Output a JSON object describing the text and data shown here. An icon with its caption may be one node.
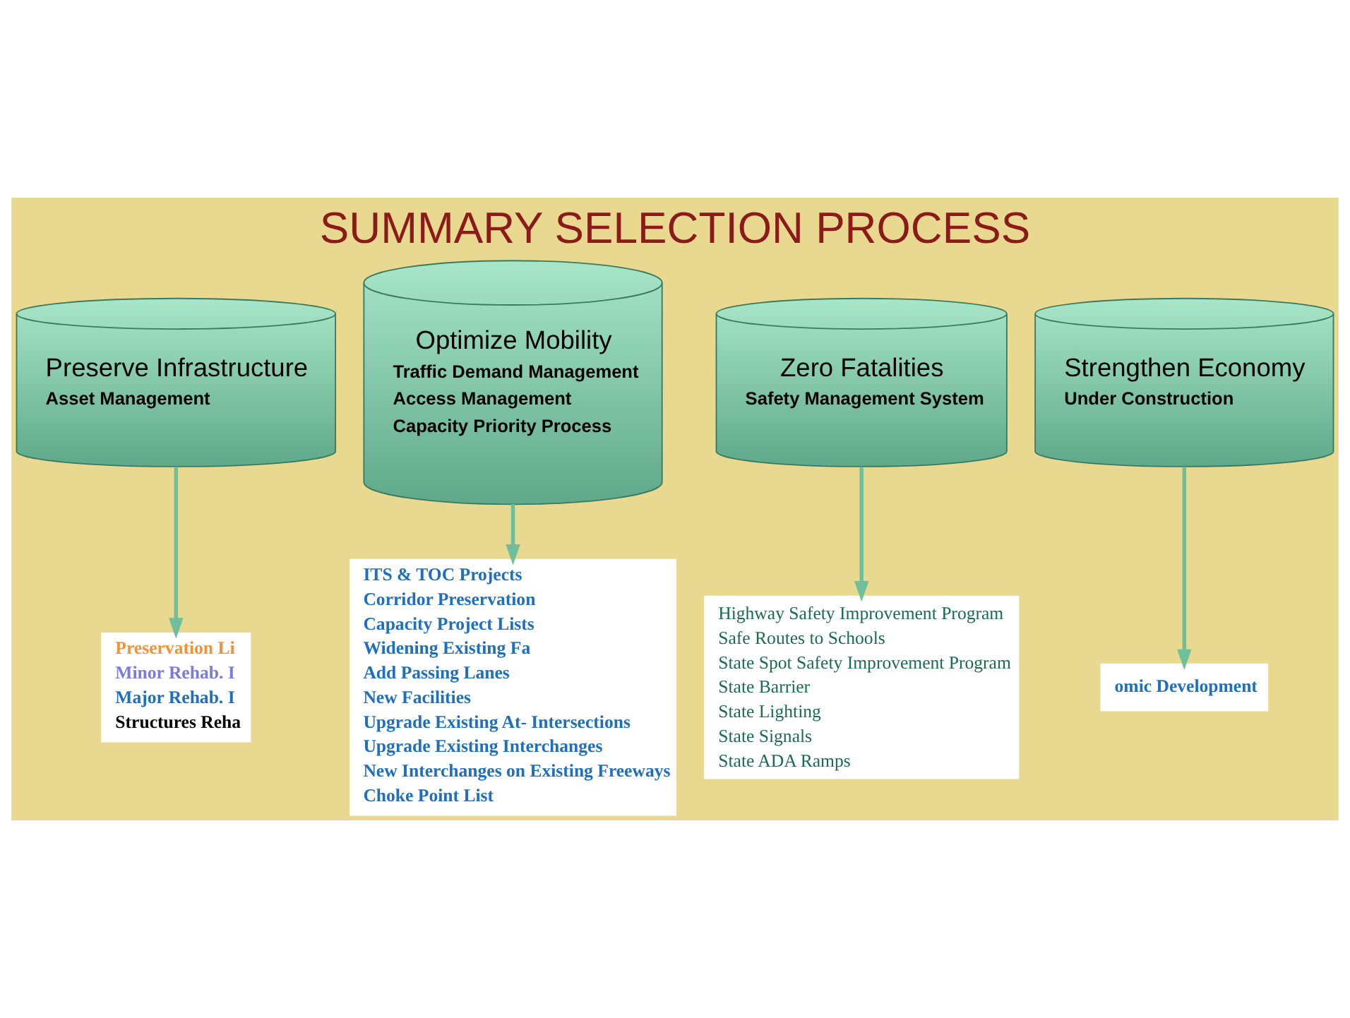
{
  "diagram": {
    "title": "SUMMARY SELECTION PROCESS",
    "nodes": [
      {
        "text": [
          "Preserve Infrastructure",
          "Asset Management"
        ]
      },
      {
        "text": [
          "Optimize Mobility",
          "Traffic Demand Management",
          "Access Management",
          "Capacity Priority Process"
        ]
      },
      {
        "text": [
          "Zero Fatalities",
          "Safety Management System"
        ]
      },
      {
        "text": [
          "Strengthen Economy",
          "Under Construction"
        ]
      },
      {
        "text": [
          "Preservation Li",
          "Minor Rehab. I",
          "Major Rehab. I",
          "Structures Reha"
        ]
      },
      {
        "text": [
          "ITS & TOC Projects",
          "Corridor Preservation",
          "Capacity Project Lists",
          "Widening Existing Fa",
          "Add Passing Lanes",
          "New Facilities",
          "Upgrade Existing At- Intersections",
          "Upgrade Existing Interchanges",
          "New Interchanges on Existing Freeways",
          "Choke Point List"
        ]
      },
      {
        "text": [
          "Highway Safety Improvement Program",
          "Safe Routes to Schools",
          "State Spot Safety Improvement Program",
          "State Barrier",
          "State Lighting",
          "State Signals",
          "State ADA Ramps"
        ]
      },
      {
        "text": [
          "omic Development"
        ]
      }
    ],
    "edges": [
      {
        "from": 0,
        "to": 4,
        "arrow": "to"
      },
      {
        "from": 1,
        "to": 5,
        "arrow": "to"
      },
      {
        "from": 2,
        "to": 6,
        "arrow": "to"
      },
      {
        "from": 3,
        "to": 7,
        "arrow": "to"
      }
    ]
  }
}
